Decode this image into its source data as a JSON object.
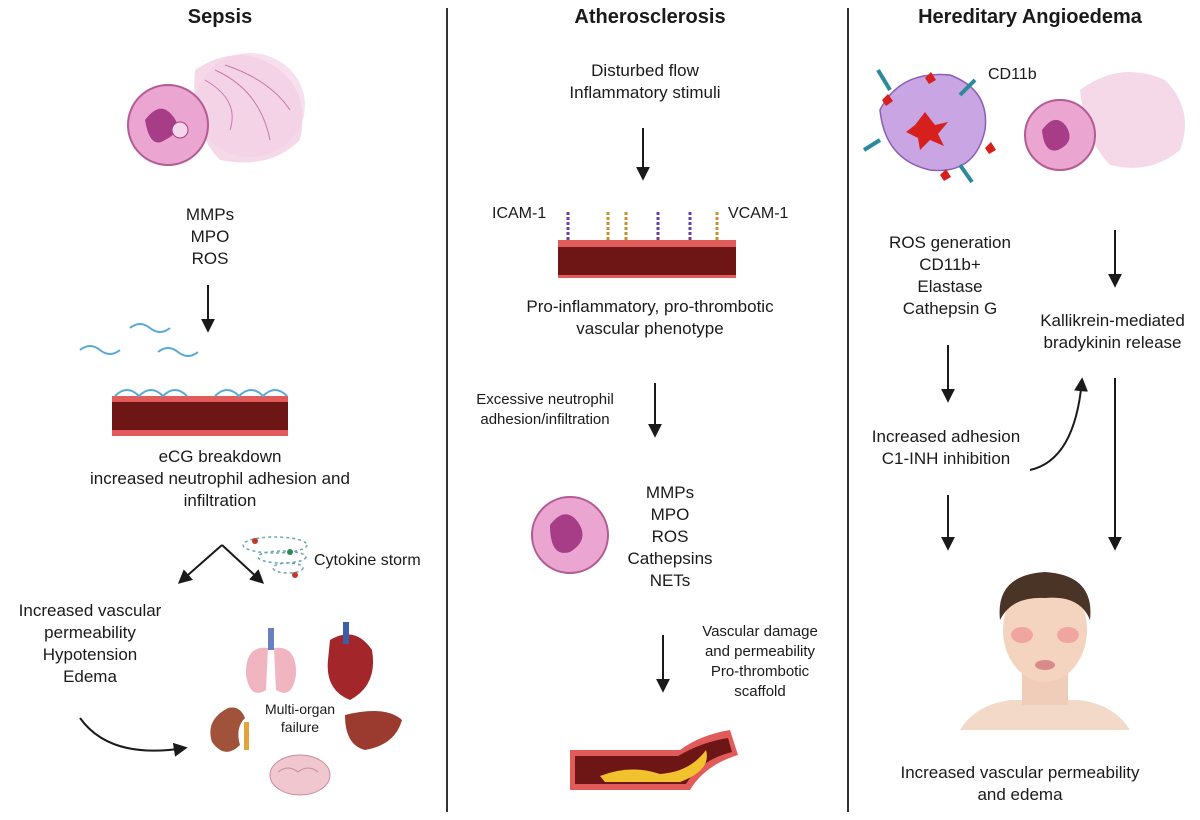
{
  "sepsis": {
    "title": "Sepsis",
    "mediators": [
      "MMPs",
      "MPO",
      "ROS"
    ],
    "ecg_text": [
      "eCG breakdown",
      "increased neutrophil adhesion and",
      "infiltration"
    ],
    "cytokine_label": "Cytokine storm",
    "outcomes": [
      "Increased vascular",
      "permeability",
      "Hypotension",
      "Edema"
    ],
    "organ_failure": [
      "Multi-organ",
      "failure"
    ]
  },
  "atherosclerosis": {
    "title": "Atherosclerosis",
    "stimuli": [
      "Disturbed flow",
      "Inflammatory stimuli"
    ],
    "icam_label": "ICAM-1",
    "vcam_label": "VCAM-1",
    "phenotype": [
      "Pro-inflammatory, pro-thrombotic",
      "vascular phenotype"
    ],
    "adhesion": [
      "Excessive neutrophil",
      "adhesion/infiltration"
    ],
    "mediators": [
      "MMPs",
      "MPO",
      "ROS",
      "Cathepsins",
      "NETs"
    ],
    "damage": [
      "Vascular damage",
      "and permeability",
      "Pro-thrombotic",
      "scaffold"
    ]
  },
  "hae": {
    "title": "Hereditary Angioedema",
    "cd11b_label": "CD11b",
    "factors": [
      "ROS generation",
      "CD11b+",
      "Elastase",
      "Cathepsin G"
    ],
    "kallikrein": [
      "Kallikrein-mediated",
      "bradykinin release"
    ],
    "inhibition": [
      "Increased adhesion",
      "C1-INH inhibition"
    ],
    "outcome": [
      "Increased vascular permeability",
      "and edema"
    ]
  },
  "colors": {
    "vessel_dark": "#6e1616",
    "vessel_light": "#e25b5b",
    "neutrophil": "#e9a1d0",
    "nucleus": "#a63d86",
    "ros_burst": "#d6201e",
    "glycocalyx": "#5aa9d6"
  }
}
